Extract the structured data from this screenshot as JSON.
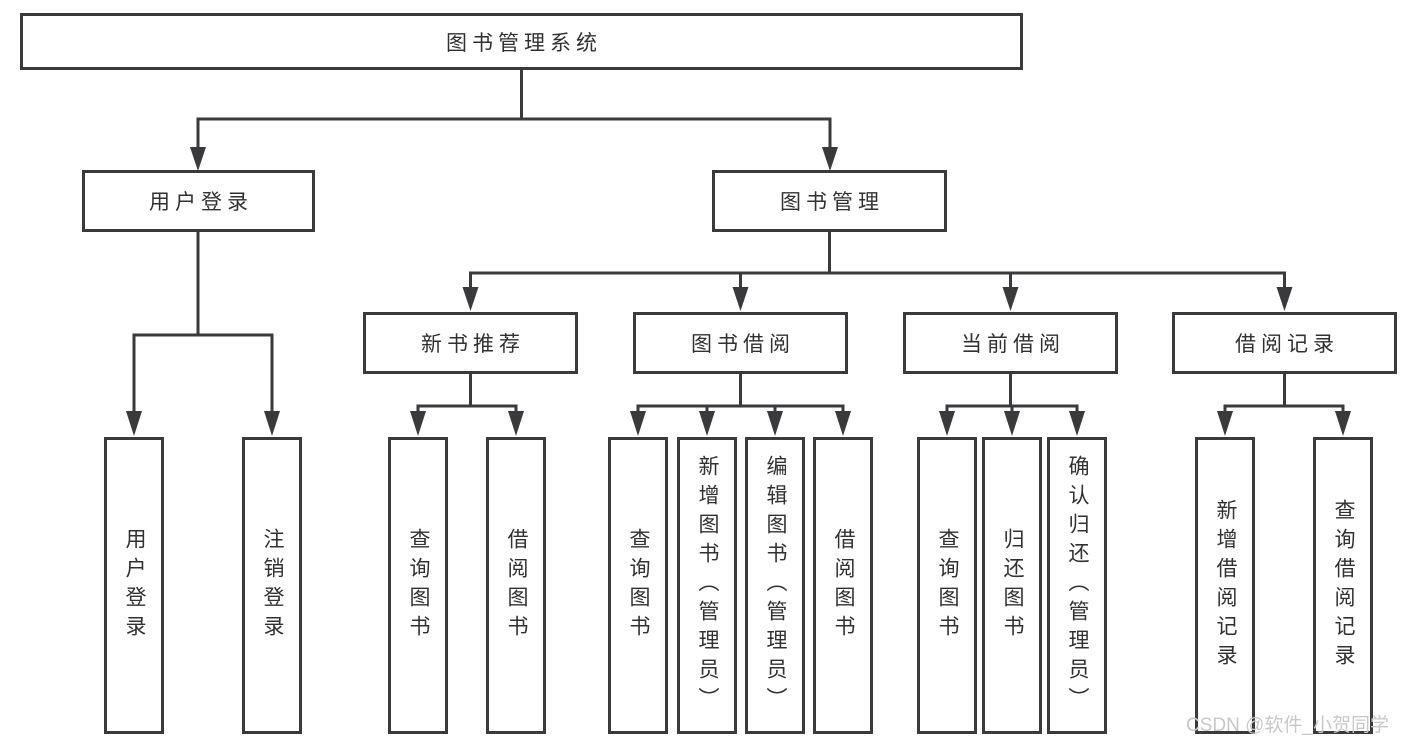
{
  "tree": {
    "label": "图书管理系统",
    "children": [
      {
        "label": "用户登录",
        "children": [
          {
            "label": "用户登录"
          },
          {
            "label": "注销登录"
          }
        ]
      },
      {
        "label": "图书管理",
        "children": [
          {
            "label": "新书推荐",
            "children": [
              {
                "label": "查询图书"
              },
              {
                "label": "借阅图书"
              }
            ]
          },
          {
            "label": "图书借阅",
            "children": [
              {
                "label": "查询图书"
              },
              {
                "label": "新增图书（管理员）"
              },
              {
                "label": "编辑图书（管理员）"
              },
              {
                "label": "借阅图书"
              }
            ]
          },
          {
            "label": "当前借阅",
            "children": [
              {
                "label": "查询图书"
              },
              {
                "label": "归还图书"
              },
              {
                "label": "确认归还（管理员）"
              }
            ]
          },
          {
            "label": "借阅记录",
            "children": [
              {
                "label": "新增借阅记录"
              },
              {
                "label": "查询借阅记录"
              }
            ]
          }
        ]
      }
    ]
  },
  "watermark": {
    "text": "CSDN @软件_小贺同学"
  },
  "colors": {
    "line": "#3a3a3c",
    "box_border": "#3a3a3c",
    "box_background": "#ffffff",
    "text": "#313133",
    "watermark": "#c8c8c8",
    "page_background": "#ffffff"
  }
}
